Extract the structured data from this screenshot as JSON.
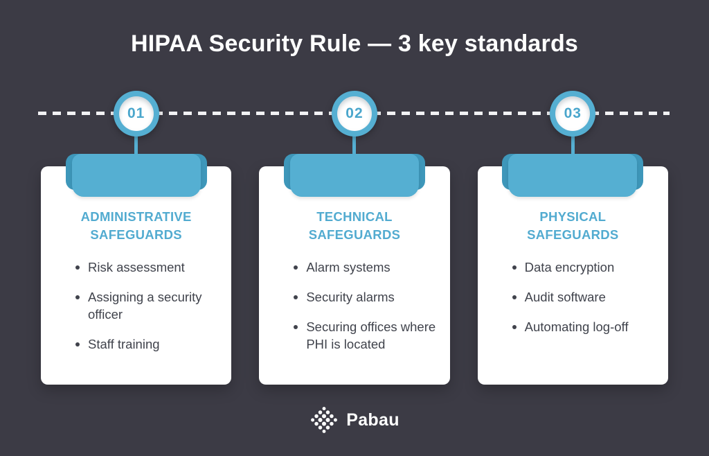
{
  "title": "HIPAA Security Rule — 3 key standards",
  "cards": [
    {
      "number": "01",
      "heading": [
        "ADMINISTRATIVE",
        "SAFEGUARDS"
      ],
      "items": [
        "Risk assessment",
        "Assigning a security officer",
        "Staff training"
      ]
    },
    {
      "number": "02",
      "heading": [
        "TECHNICAL",
        "SAFEGUARDS"
      ],
      "items": [
        "Alarm systems",
        "Security alarms",
        "Securing offices where PHI is located"
      ]
    },
    {
      "number": "03",
      "heading": [
        "PHYSICAL",
        "SAFEGUARDS"
      ],
      "items": [
        "Data encryption",
        "Audit software",
        "Automating log-off"
      ]
    }
  ],
  "footer": {
    "brand": "Pabau"
  },
  "colors": {
    "background": "#3C3B45",
    "teal": "#55AFD2",
    "teal_dark": "#3E97BA",
    "heading_teal": "#52ABD0",
    "text_dark": "#40434C",
    "dash_white": "#F2F2F4"
  }
}
